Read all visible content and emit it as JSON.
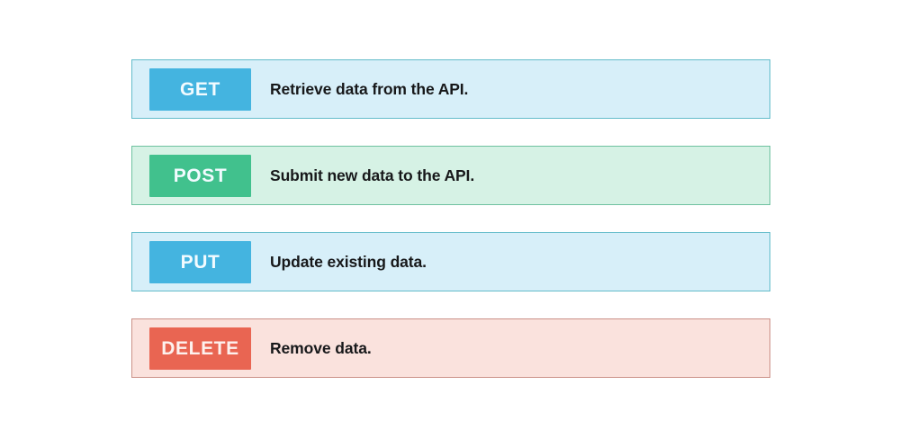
{
  "page": {
    "background_color": "#ffffff"
  },
  "methods_list": {
    "rows": [
      {
        "method": "GET",
        "description": "Retrieve data from the API.",
        "badge_color": "#44b4e0",
        "row_background": "#d7eff9",
        "row_border": "#63bcca",
        "variant": "blue"
      },
      {
        "method": "POST",
        "description": "Submit new data to the API.",
        "badge_color": "#41c18d",
        "row_background": "#d6f2e5",
        "row_border": "#6fc2a0",
        "variant": "green"
      },
      {
        "method": "PUT",
        "description": "Update existing data.",
        "badge_color": "#44b4e0",
        "row_background": "#d7eff9",
        "row_border": "#63bcca",
        "variant": "blue"
      },
      {
        "method": "DELETE",
        "description": "Remove data.",
        "badge_color": "#e96552",
        "row_background": "#fae2dd",
        "row_border": "#cb9188",
        "variant": "red"
      }
    ]
  }
}
